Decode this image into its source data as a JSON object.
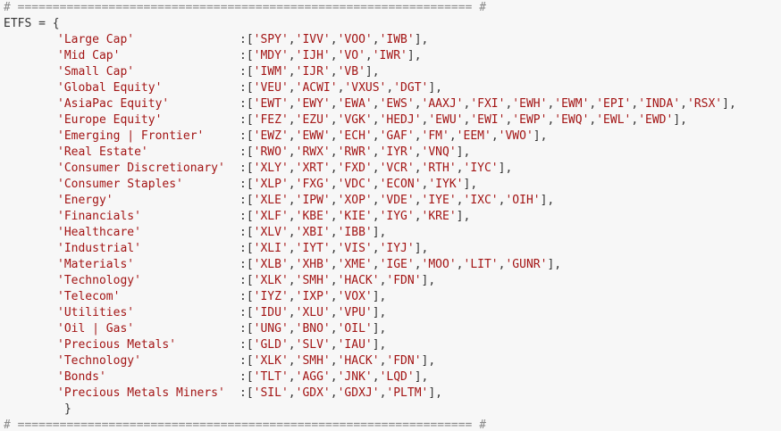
{
  "separator": "# ================================================================= #",
  "header": "ETFS = {",
  "closing": "}",
  "rows": [
    {
      "key": "'Large Cap'",
      "value": "['SPY','IVV','VOO','IWB'],"
    },
    {
      "key": "'Mid Cap'",
      "value": "['MDY','IJH','VO','IWR'],"
    },
    {
      "key": "'Small Cap'",
      "value": "['IWM','IJR','VB'],"
    },
    {
      "key": "'Global Equity'",
      "value": "['VEU','ACWI','VXUS','DGT'],"
    },
    {
      "key": "'AsiaPac Equity'",
      "value": "['EWT','EWY','EWA','EWS','AAXJ','FXI','EWH','EWM','EPI','INDA','RSX'],"
    },
    {
      "key": "'Europe Equity'",
      "value": "['FEZ','EZU','VGK','HEDJ','EWU','EWI','EWP','EWQ','EWL','EWD'],"
    },
    {
      "key": "'Emerging | Frontier'",
      "value": "['EWZ','EWW','ECH','GAF','FM','EEM','VWO'],"
    },
    {
      "key": "'Real Estate'",
      "value": "['RWO','RWX','RWR','IYR','VNQ'],"
    },
    {
      "key": "'Consumer Discretionary'",
      "value": "['XLY','XRT','FXD','VCR','RTH','IYC'],"
    },
    {
      "key": "'Consumer Staples'",
      "value": "['XLP','FXG','VDC','ECON','IYK'],"
    },
    {
      "key": "'Energy'",
      "value": "['XLE','IPW','XOP','VDE','IYE','IXC','OIH'],"
    },
    {
      "key": "'Financials'",
      "value": "['XLF','KBE','KIE','IYG','KRE'],"
    },
    {
      "key": "'Healthcare'",
      "value": "['XLV','XBI','IBB'],"
    },
    {
      "key": "'Industrial'",
      "value": "['XLI','IYT','VIS','IYJ'],"
    },
    {
      "key": "'Materials'",
      "value": "['XLB','XHB','XME','IGE','MOO','LIT','GUNR'],"
    },
    {
      "key": "'Technology'",
      "value": "['XLK','SMH','HACK','FDN'],"
    },
    {
      "key": "'Telecom'",
      "value": "['IYZ','IXP','VOX'],"
    },
    {
      "key": "'Utilities'",
      "value": "['IDU','XLU','VPU'],"
    },
    {
      "key": "'Oil | Gas'",
      "value": "['UNG','BNO','OIL'],"
    },
    {
      "key": "'Precious Metals'",
      "value": "['GLD','SLV','IAU'],"
    },
    {
      "key": "'Technology'",
      "value": "['XLK','SMH','HACK','FDN'],"
    },
    {
      "key": "'Bonds'",
      "value": "['TLT','AGG','JNK','LQD'],"
    },
    {
      "key": "'Precious Metals Miners'",
      "value": "['SIL','GDX','GDXJ','PLTM'],"
    }
  ]
}
